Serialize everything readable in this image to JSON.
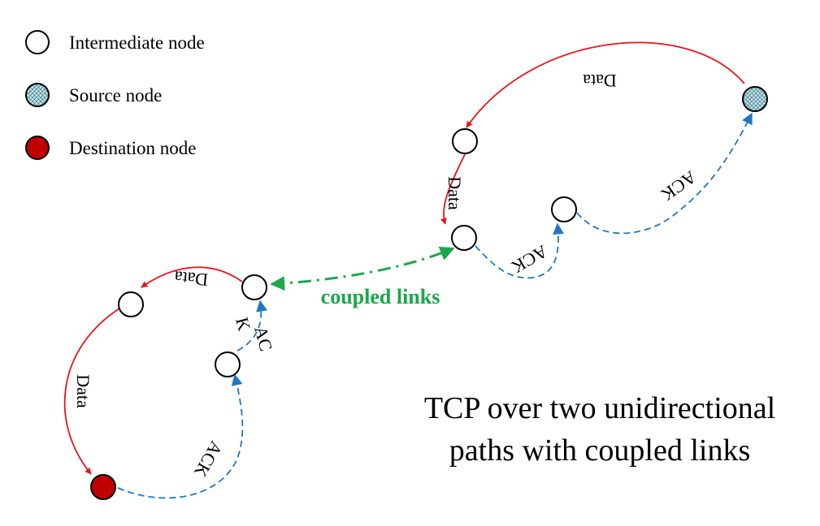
{
  "legend": {
    "items": [
      {
        "key": "intermediate",
        "label": "Intermediate node"
      },
      {
        "key": "source",
        "label": "Source node"
      },
      {
        "key": "destination",
        "label": "Destination node"
      }
    ]
  },
  "colors": {
    "data_edge": "#e8141c",
    "ack_edge": "#1f77c4",
    "coupled_edge": "#1aa84a",
    "destination_fill": "#c00000",
    "source_fill": "#cfe7ec",
    "node_stroke": "#000000"
  },
  "labels": {
    "data": "Data",
    "ack": "ACK",
    "ack_split_1": "AC",
    "ack_split_2": "K",
    "coupled": "coupled links"
  },
  "caption": {
    "line1": "TCP over two unidirectional",
    "line2": "paths with coupled links"
  }
}
